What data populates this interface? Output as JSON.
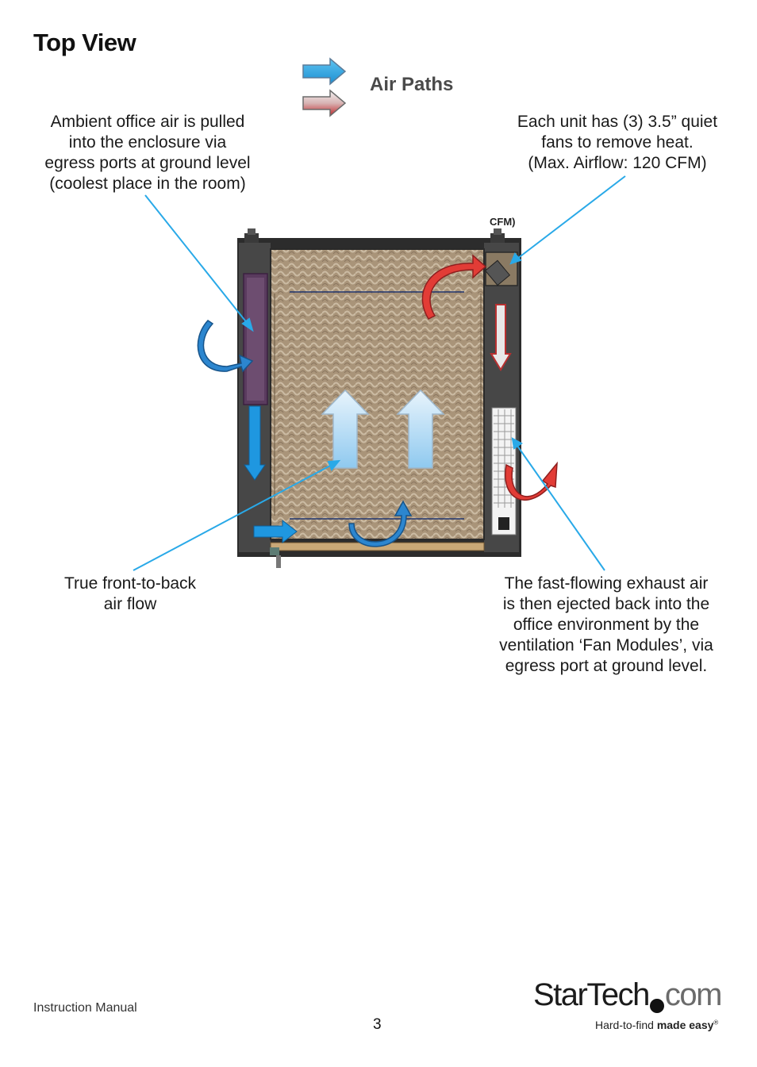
{
  "page": {
    "title": "Top View",
    "number": "3",
    "footer_label": "Instruction Manual"
  },
  "legend": {
    "label": "Air Paths",
    "intake_color": "#29a9e8",
    "exhaust_color": "#d93a3a"
  },
  "diagram": {
    "cfm_label": "CFM)"
  },
  "callouts": {
    "ambient": {
      "lines": [
        "Ambient office air is pulled",
        "into the enclosure via",
        "egress ports at ground level",
        "(coolest place in the room)"
      ]
    },
    "fans": {
      "lines": [
        "Each unit has (3) 3.5” quiet",
        "fans to remove heat.",
        "(Max. Airflow: 120 CFM)"
      ]
    },
    "flow": {
      "lines": [
        "True front-to-back",
        "air flow"
      ]
    },
    "exhaust": {
      "lines": [
        "The fast-flowing exhaust air",
        "is then ejected back into the",
        "office environment by the",
        "ventilation ‘Fan Modules’, via",
        "egress port at ground level."
      ]
    }
  },
  "logo": {
    "brand_main": "StarTech",
    "brand_suffix": "com",
    "tagline_regular": "Hard-to-find ",
    "tagline_bold": "made easy",
    "tagline_mark": "®"
  },
  "colors": {
    "callout_line": "#29a9e8",
    "enclosure_frame": "#3d3d3d",
    "interior": "#a9957b"
  }
}
